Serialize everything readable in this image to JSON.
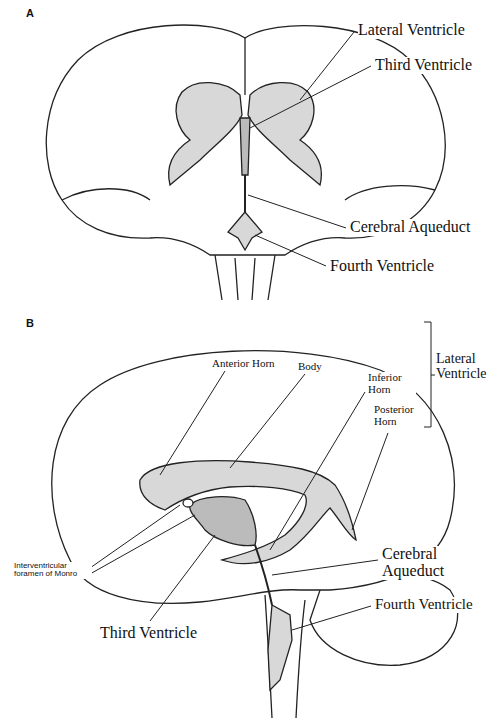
{
  "diagram": {
    "labels": [
      "A",
      "Lateral Ventricle",
      "Third Ventricle",
      "Cerebral Aqueduct",
      "Fourth Ventricle",
      "B",
      "Anterior Horn",
      "Body",
      "Inferior Horn",
      "Posterior Horn",
      "Lateral Ventricle",
      "Interventricular foramen of Monro",
      "Third Ventricle",
      "Cerebral Aqueduct",
      "Fourth Ventricle"
    ]
  }
}
